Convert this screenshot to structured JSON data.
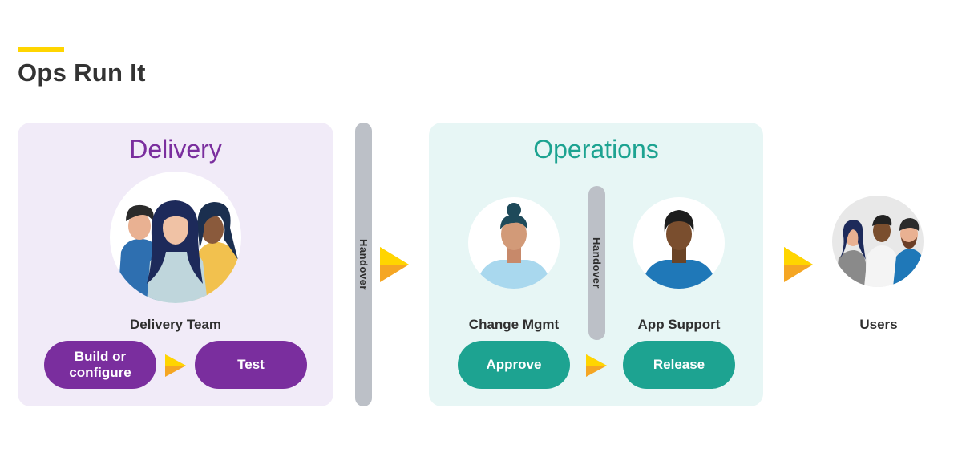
{
  "title": "Ops Run It",
  "colors": {
    "accent_yellow": "#FFD500",
    "delivery_purple": "#7A2E9E",
    "operations_teal": "#1DA391",
    "handover_gray": "#BCC0C7",
    "arrow_orange": "#F5A623"
  },
  "delivery": {
    "heading": "Delivery",
    "team_label": "Delivery Team",
    "steps": [
      "Build or configure",
      "Test"
    ]
  },
  "handover_label": "Handover",
  "operations": {
    "heading": "Operations",
    "change_mgmt_label": "Change Mgmt",
    "app_support_label": "App Support",
    "inner_handover_label": "Handover",
    "steps": [
      "Approve",
      "Release"
    ]
  },
  "users_label": "Users",
  "icons": [
    "team-avatar",
    "person-bun-avatar",
    "person-short-hair-avatar",
    "users-avatar",
    "arrow-right-icon"
  ]
}
